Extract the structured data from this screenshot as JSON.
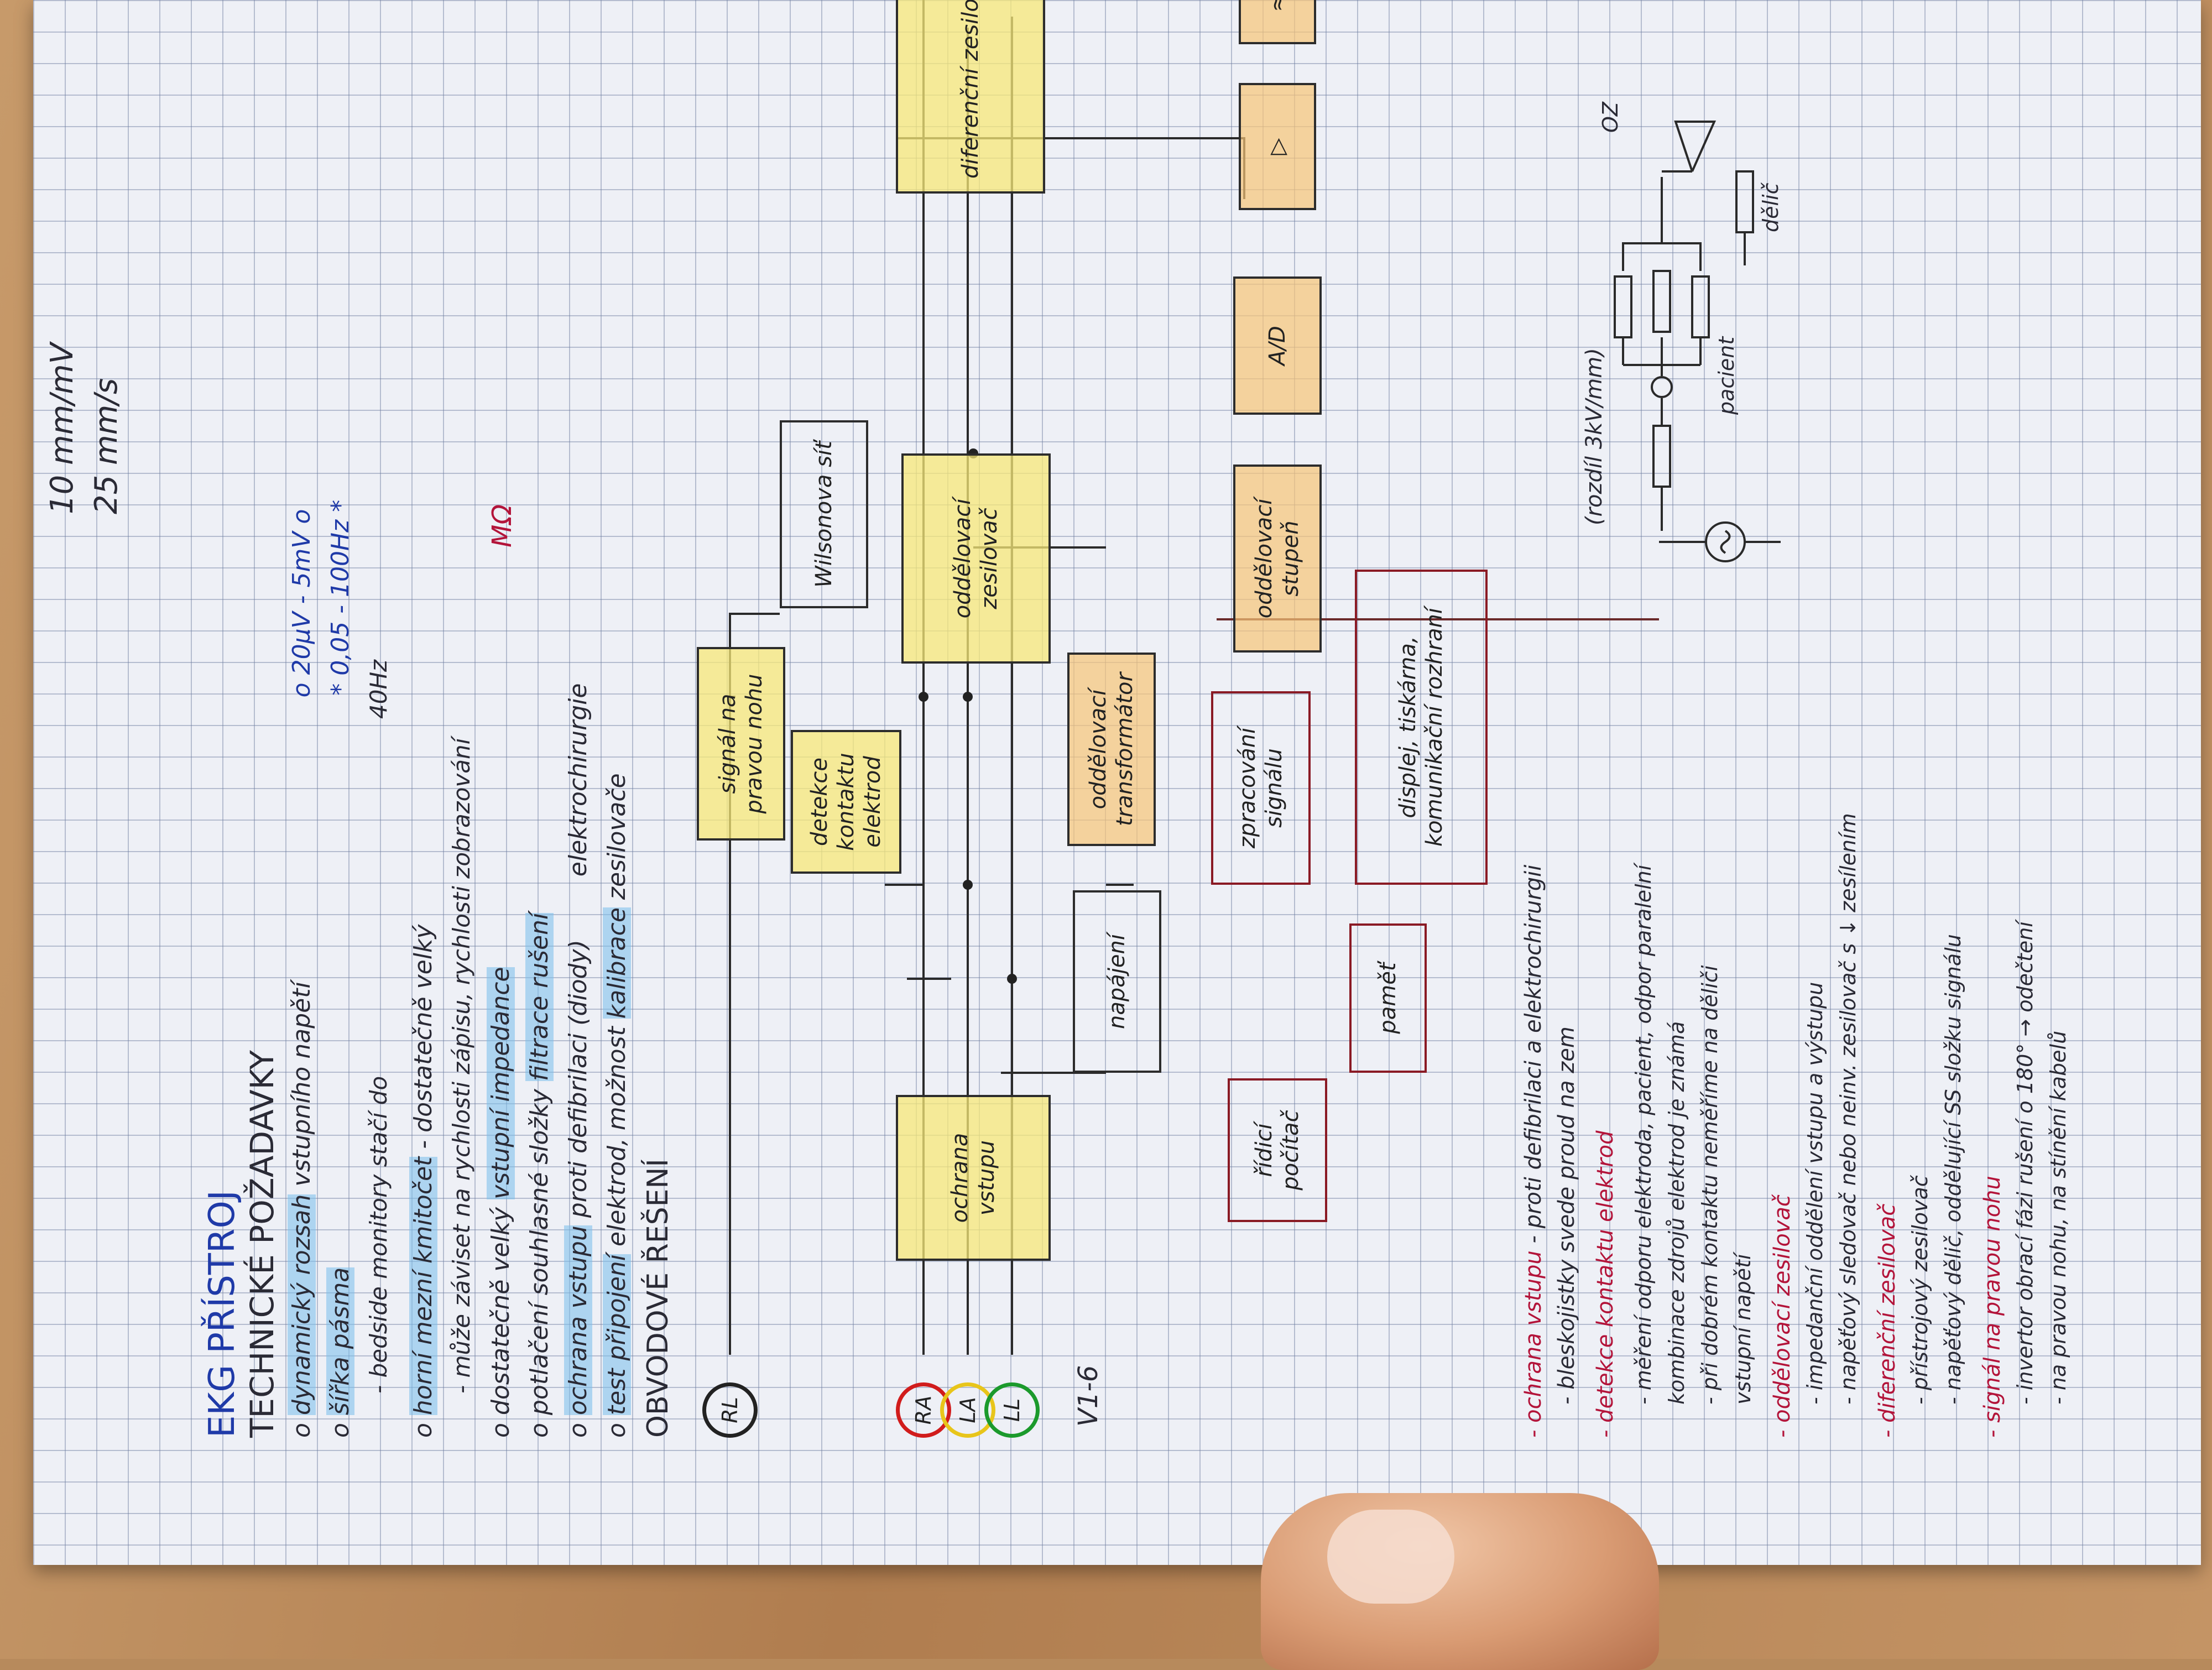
{
  "scale_notes": [
    "10 mm/mV",
    "25 mm/s"
  ],
  "title": "EKG PŘÍSTROJ",
  "technical_heading": "TECHNICKÉ POŽADAVKY",
  "bullet": "o",
  "requirements": [
    {
      "text": "dynamický rozsah",
      "extra": " vstupního napětí",
      "value": "o 20μV - 5mV o"
    },
    {
      "text": "šířka pásma",
      "value": "* 0,05 - 100Hz *",
      "sub": "- bedside monitory stačí do",
      "sub_value": "40Hz"
    },
    {
      "text": "horní mezní kmitočet",
      "extra": " - dostatečně velký",
      "sub": "- může záviset na rychlosti zápisu, rychlosti zobrazování",
      "unit": "MΩ"
    },
    {
      "text": "dostatečně velký ",
      "highlight": "vstupní impedance"
    },
    {
      "text": "potlačení souhlasné složky ",
      "highlight": "filtrace rušení"
    },
    {
      "text": "ochrana vstupu",
      "extra": " proti defibrilaci (diody)",
      "note": "elektrochirurgie"
    },
    {
      "text": "test připojení",
      "extra": " elektrod, možnost ",
      "highlight": "kalibrace",
      "tail": " zesilovače"
    }
  ],
  "circuit_heading": "OBVODOVÉ ŘEŠENÍ",
  "electrodes": [
    "RL",
    "RA",
    "LA",
    "LL"
  ],
  "electrode_label": "V1-6",
  "blocks": [
    "signál na pravou nohu",
    "ochrana vstupu",
    "detekce kontaktu elektrod",
    "oddělovací zesilovač",
    "Wilsonova síť",
    "diferenční zesilovač",
    "napájení",
    "oddělovací transformátor",
    "oddělovací stupeň",
    "A/D",
    "▷",
    "≈",
    "zpracování signálu",
    "displej, tiskárna, komunikační rozhraní",
    "paměť",
    "řídicí počítač"
  ],
  "notes": [
    {
      "title": "- ochrana vstupu",
      "text": " - proti defibrilaci a elektrochirurgii",
      "sub": "- bleskojistky svede proud na zem",
      "sub2": "(rozdíl 3kV/mm)"
    },
    {
      "title": "- detekce kontaktu elektrod",
      "lines": [
        "- měření odporu elektroda, pacient, odpor paralelní",
        "kombinace zdrojů elektrod je známá",
        "- při dobrém kontaktu neměříme na děliči",
        "vstupní napětí"
      ]
    },
    {
      "title": "- oddělovací zesilovač",
      "lines": [
        "- impedanční oddělení vstupu a výstupu",
        "- napěťový sledovač nebo neinv. zesilovač s ↓ zesílením"
      ]
    },
    {
      "title": "- diferenční zesilovač",
      "lines": [
        "- přístrojový zesilovač",
        "- napěťový dělič, oddělující SS složku signálu"
      ]
    },
    {
      "title": "- signál na pravou nohu",
      "lines": [
        "- invertor obrací fázi rušení o 180° → odečtení",
        "- na pravou nohu, na stínění kabelů"
      ]
    }
  ],
  "circuit_labels": [
    "pacient",
    "dělič",
    "OZ"
  ]
}
